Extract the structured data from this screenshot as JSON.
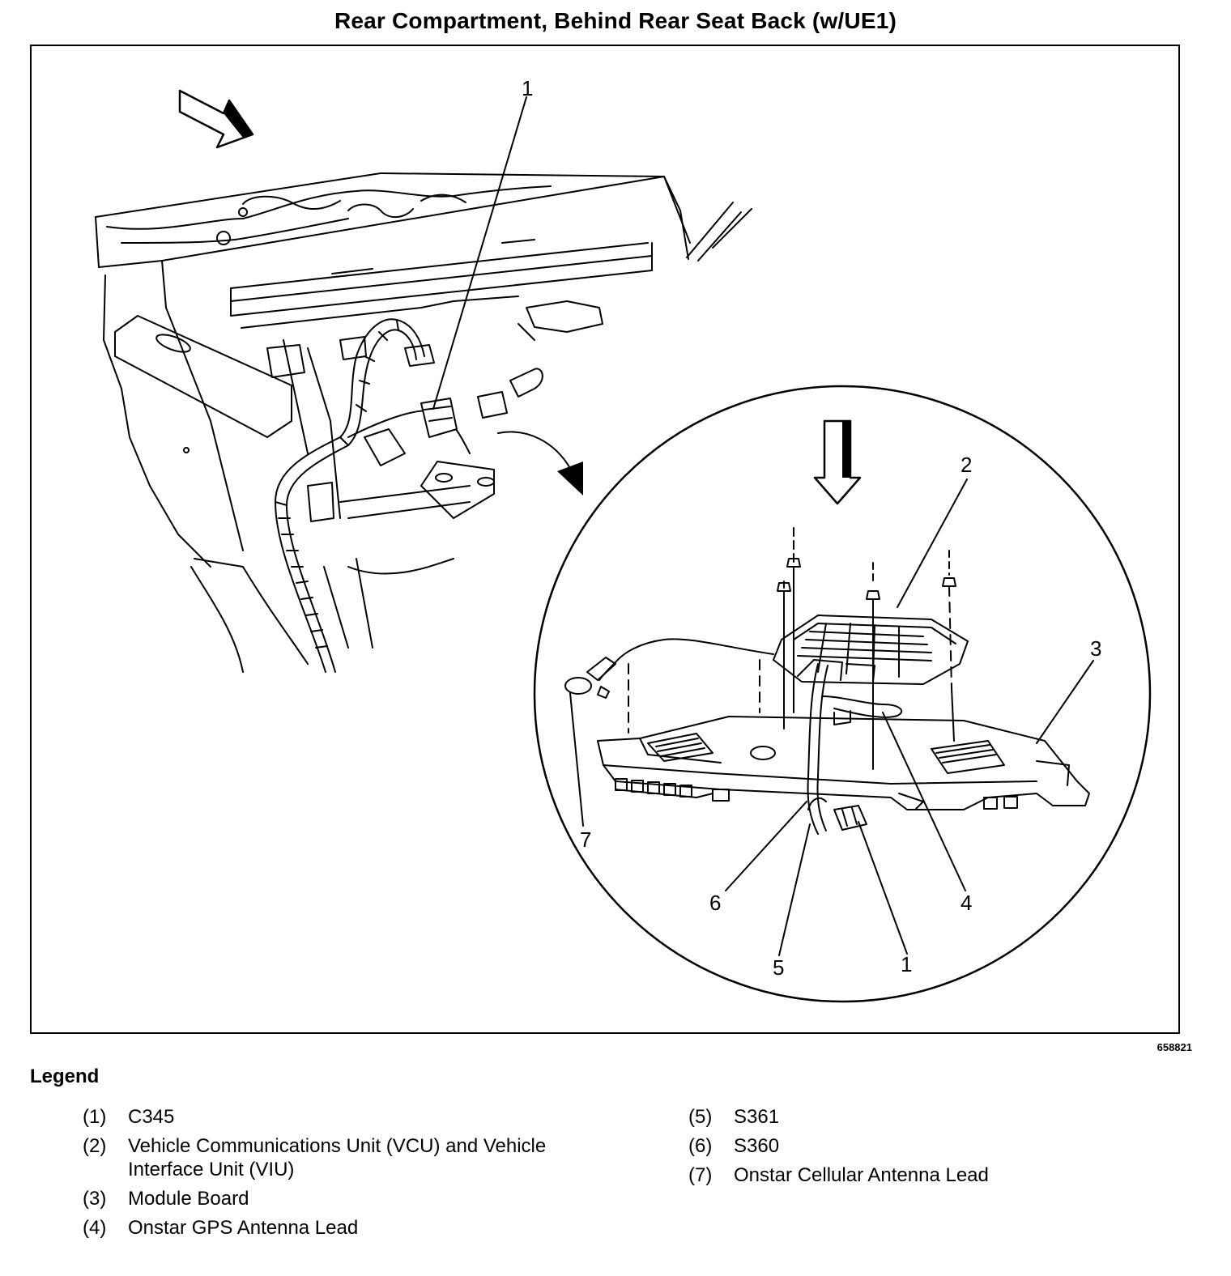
{
  "title": "Rear Compartment, Behind Rear Seat Back (w/UE1)",
  "figure_id": "658821",
  "callouts": {
    "c1_top": "1",
    "c2": "2",
    "c3": "3",
    "c4": "4",
    "c5": "5",
    "c6": "6",
    "c7": "7",
    "c1_bottom": "1"
  },
  "legend": {
    "heading": "Legend",
    "items": [
      {
        "num": "(1)",
        "text": "C345"
      },
      {
        "num": "(2)",
        "text": "Vehicle Communications Unit (VCU) and Vehicle Interface Unit (VIU)"
      },
      {
        "num": "(3)",
        "text": "Module Board"
      },
      {
        "num": "(4)",
        "text": "Onstar GPS Antenna Lead"
      },
      {
        "num": "(5)",
        "text": "S361"
      },
      {
        "num": "(6)",
        "text": "S360"
      },
      {
        "num": "(7)",
        "text": "Onstar Cellular Antenna Lead"
      }
    ]
  }
}
